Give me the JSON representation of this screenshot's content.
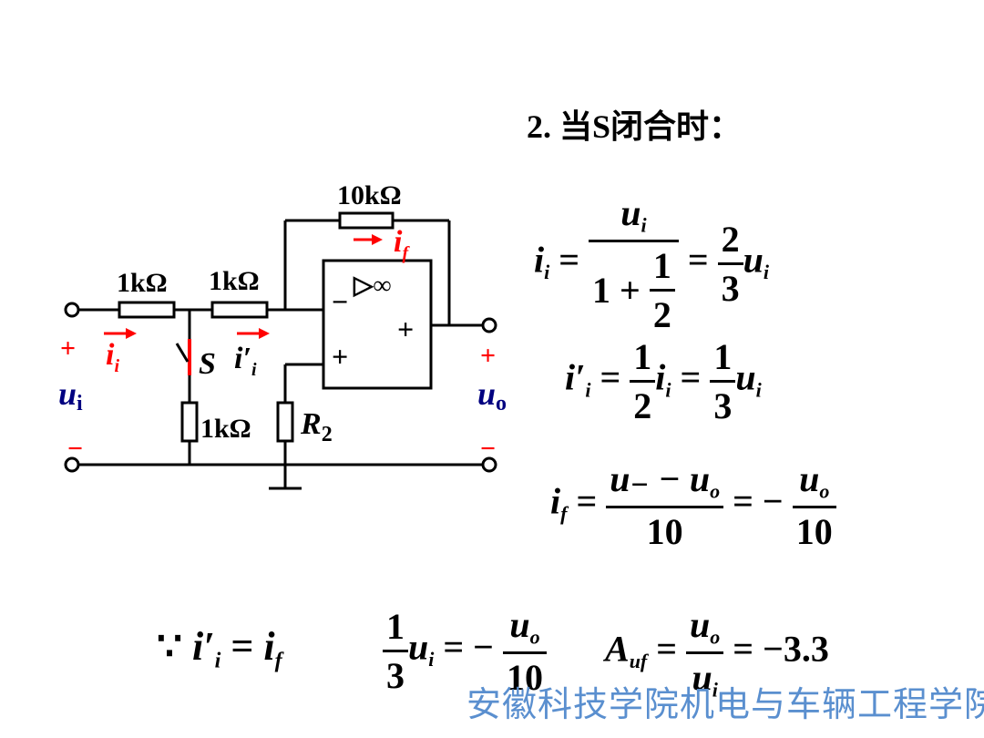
{
  "slide": {
    "title": "2. 当S闭合时：",
    "watermark": "安徽科技学院机电与车辆工程学院"
  },
  "circuit": {
    "r_feedback": "10kΩ",
    "r_in": "1kΩ",
    "r_mid": "1kΩ",
    "r_shunt": "1kΩ",
    "r2": "R",
    "r2_sub": "2",
    "current_in": "i",
    "current_in_sub": "i",
    "current_mid": "i′",
    "current_mid_sub": "i",
    "current_f": "i",
    "current_f_sub": "f",
    "switch": "S",
    "opamp_symbol": "▷∞",
    "minus": "−",
    "plus": "+",
    "input_voltage": "u",
    "input_voltage_sub": "i",
    "output_voltage": "u",
    "output_voltage_sub": "o",
    "in_plus": "+",
    "in_minus": "−",
    "out_plus": "+",
    "out_minus": "−",
    "colors": {
      "label": "#000000",
      "current": "#ff0000",
      "voltage": "#000080",
      "switch": "#ff0000"
    }
  },
  "eq1": {
    "lhs": "i",
    "lhs_sub": "i",
    "eq": "=",
    "num": "u",
    "num_sub": "i",
    "den_a": "1",
    "den_plus": "+",
    "den_frac_num": "1",
    "den_frac_den": "2",
    "eq2": "=",
    "f_num": "2",
    "f_den": "3",
    "rhs": "u",
    "rhs_sub": "i"
  },
  "eq2": {
    "lhs": "i′",
    "lhs_sub": "i",
    "eq": "=",
    "f1_num": "1",
    "f1_den": "2",
    "mid": "i",
    "mid_sub": "i",
    "eq2": "=",
    "f2_num": "1",
    "f2_den": "3",
    "rhs": "u",
    "rhs_sub": "i"
  },
  "eq3": {
    "lhs": "i",
    "lhs_sub": "f",
    "eq": "=",
    "num": "u₋ − u",
    "num_sub": "o",
    "den": "10",
    "eq2": "= −",
    "f_num": "u",
    "f_num_sub": "o",
    "f_den": "10"
  },
  "eq4": {
    "because": "∵",
    "lhs": "i′",
    "lhs_sub": "i",
    "eq": "=",
    "rhs": "i",
    "rhs_sub": "f"
  },
  "eq5": {
    "f_num": "1",
    "f_den": "3",
    "u": "u",
    "u_sub": "i",
    "eq": "= −",
    "f2_num": "u",
    "f2_num_sub": "o",
    "f2_den": "10"
  },
  "eq6": {
    "a": "A",
    "a_sub": "uf",
    "eq": "=",
    "num": "u",
    "num_sub": "o",
    "den": "u",
    "den_sub": "i",
    "result": "= −3.3"
  }
}
